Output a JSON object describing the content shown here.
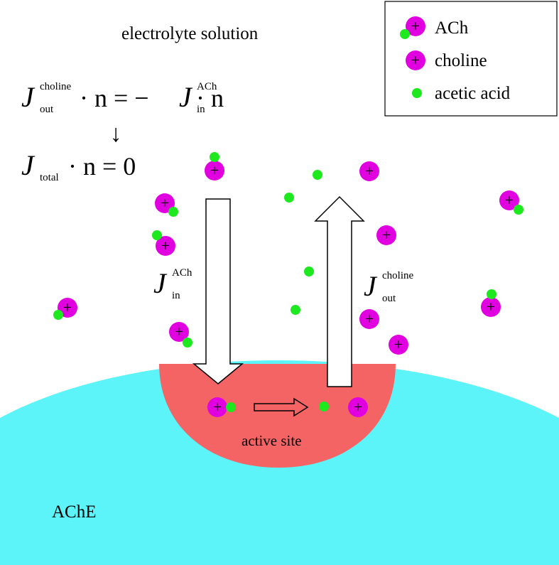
{
  "title": "electrolyte solution",
  "enzyme_label": "AChE",
  "active_site_label": "active site",
  "legend": {
    "items": [
      {
        "key": "ach",
        "label": "ACh"
      },
      {
        "key": "choline",
        "label": "choline"
      },
      {
        "key": "acetic",
        "label": "acetic acid"
      }
    ]
  },
  "equations": {
    "eq1": {
      "lhs_symbol": "J",
      "lhs_sup": "choline",
      "lhs_sub": "out",
      "dot_n_1": "· n = −",
      "rhs_symbol": "J",
      "rhs_sup": "ACh",
      "rhs_sub": "in",
      "dot_n_2": "· n"
    },
    "arrow": "↓",
    "eq2": {
      "symbol": "J",
      "sub": "total",
      "rest": "· n = 0"
    }
  },
  "flux_in": {
    "symbol": "J",
    "sup": "ACh",
    "sub": "in"
  },
  "flux_out": {
    "symbol": "J",
    "sup": "choline",
    "sub": "out"
  },
  "plus_sign": "+",
  "colors": {
    "choline": "#e000e0",
    "acetic": "#1ee81e",
    "enzyme": "#5cf4f8",
    "active_site": "#f56464"
  }
}
